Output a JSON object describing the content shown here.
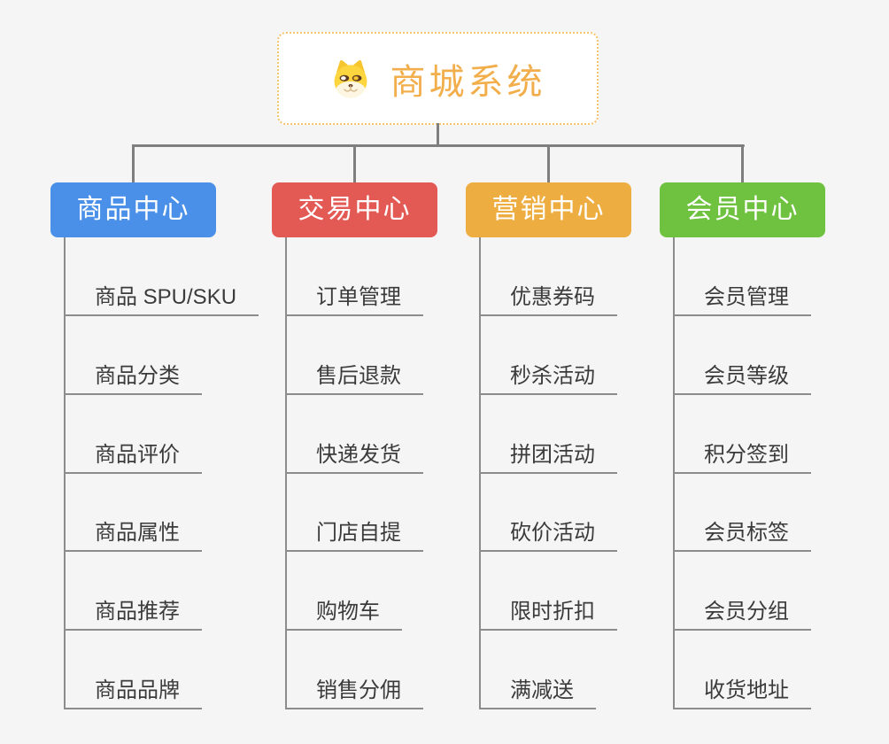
{
  "root": {
    "title": "商城系统",
    "icon": "shiba-dog-icon"
  },
  "branches": [
    {
      "label": "商品中心",
      "color": "#4B90E8",
      "items": [
        "商品 SPU/SKU",
        "商品分类",
        "商品评价",
        "商品属性",
        "商品推荐",
        "商品品牌"
      ]
    },
    {
      "label": "交易中心",
      "color": "#E35A55",
      "items": [
        "订单管理",
        "售后退款",
        "快递发货",
        "门店自提",
        "购物车",
        "销售分佣"
      ]
    },
    {
      "label": "营销中心",
      "color": "#EEAD40",
      "items": [
        "优惠券码",
        "秒杀活动",
        "拼团活动",
        "砍价活动",
        "限时折扣",
        "满减送"
      ]
    },
    {
      "label": "会员中心",
      "color": "#6FC23F",
      "items": [
        "会员管理",
        "会员等级",
        "积分签到",
        "会员标签",
        "会员分组",
        "收货地址"
      ]
    }
  ],
  "colors": {
    "background": "#f5f5f5",
    "connector": "#7f7f7f",
    "underline": "#8c8c8c",
    "item_text": "#3b3b3b",
    "root_text": "#F2AE4B",
    "root_border": "#F5C36B"
  }
}
